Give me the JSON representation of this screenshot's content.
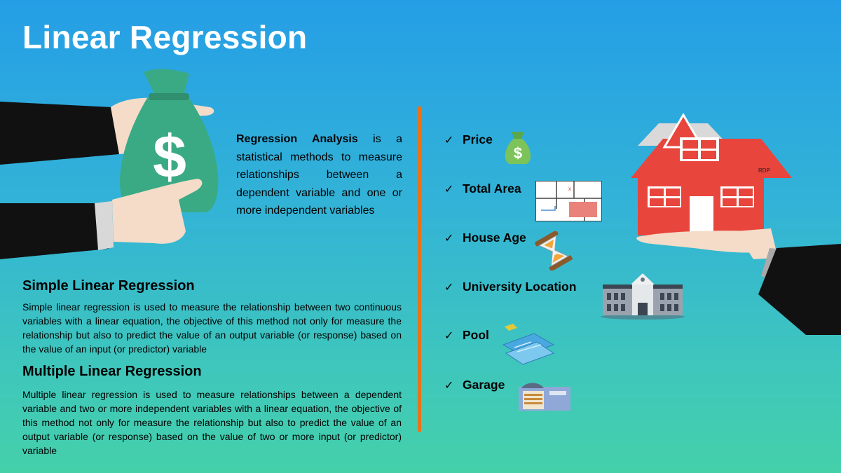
{
  "title": "Linear Regression",
  "intro": {
    "bold": "Regression Analysis",
    "text": " is a statistical methods to measure relationships between a dependent variable and one or more independent variables"
  },
  "simple": {
    "heading": "Simple Linear Regression",
    "body": "Simple linear regression is used to measure the relationship between two continuous variables with a linear equation, the objective of this method not only for measure the relationship but also to predict the value of an output variable (or response) based on the value of an input (or predictor) variable"
  },
  "multiple": {
    "heading": "Multiple Linear Regression",
    "body": "Multiple linear regression is used to measure relationships between a dependent variable and two or more independent variables with a linear equation, the objective of this method not only for measure the relationship but also to predict the value of an output variable (or response) based on the value of two or more input (or predictor) variable"
  },
  "features": [
    {
      "check": "✓",
      "label": "Price",
      "icon": "money-bag-icon"
    },
    {
      "check": "✓",
      "label": "Total Area",
      "icon": "floor-plan-icon"
    },
    {
      "check": "✓",
      "label": "House Age",
      "icon": "hourglass-icon"
    },
    {
      "check": "✓",
      "label": "University Location",
      "icon": "university-building-icon"
    },
    {
      "check": "✓",
      "label": "Pool",
      "icon": "pool-icon"
    },
    {
      "check": "✓",
      "label": "Garage",
      "icon": "garage-icon"
    }
  ],
  "house_tag": "RDP",
  "colors": {
    "accent": "#e8731a",
    "house": "#e8453c",
    "bag": "#3aaa85"
  }
}
